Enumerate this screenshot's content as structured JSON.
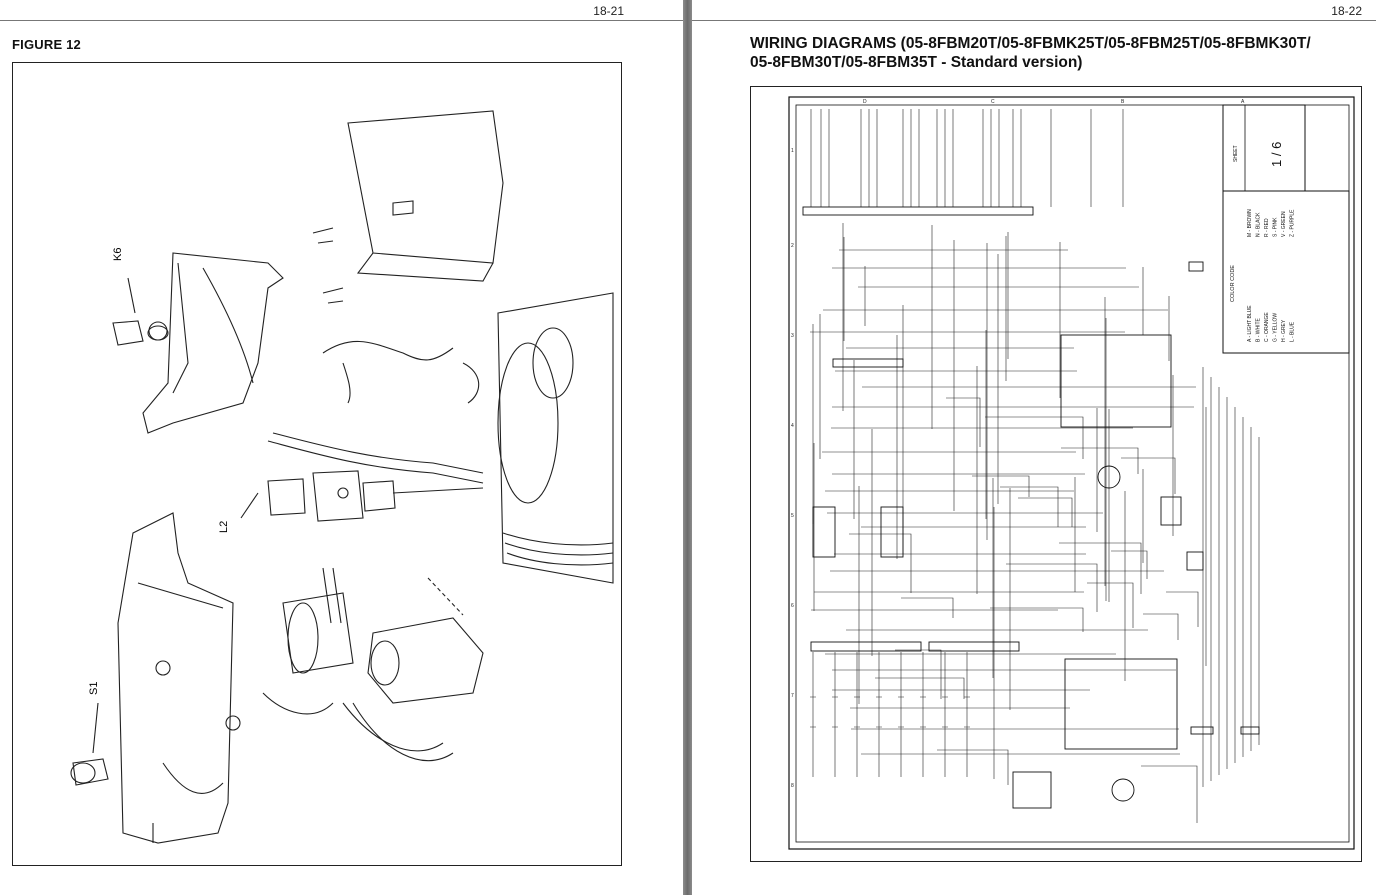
{
  "left_page": {
    "page_number": "18-21",
    "figure_title": "FIGURE 12",
    "callouts": {
      "k6": "K6",
      "l2": "L2",
      "s1": "S1"
    }
  },
  "right_page": {
    "page_number": "18-22",
    "title_line1": "WIRING DIAGRAMS (05-8FBM20T/05-8FBMK25T/05-8FBM25T/05-8FBMK30T/",
    "title_line2": "05-8FBM30T/05-8FBM35T - Standard version)",
    "sheet_label": "SHEET",
    "sheet_value": "1 / 6",
    "color_code_title": "COLOR CODE",
    "color_codes": [
      "A - LIGHT BLUE",
      "B - WHITE",
      "C - ORANGE",
      "G - YELLOW",
      "H - GREY",
      "L - BLUE",
      "M - BROWN",
      "N - BLACK",
      "R - RED",
      "S - PINK",
      "V - GREEN",
      "Z - PURPLE"
    ],
    "grid_letters": [
      "D",
      "C",
      "B",
      "A"
    ],
    "grid_numbers": [
      "1",
      "2",
      "3",
      "4",
      "5",
      "6",
      "7",
      "8"
    ]
  }
}
